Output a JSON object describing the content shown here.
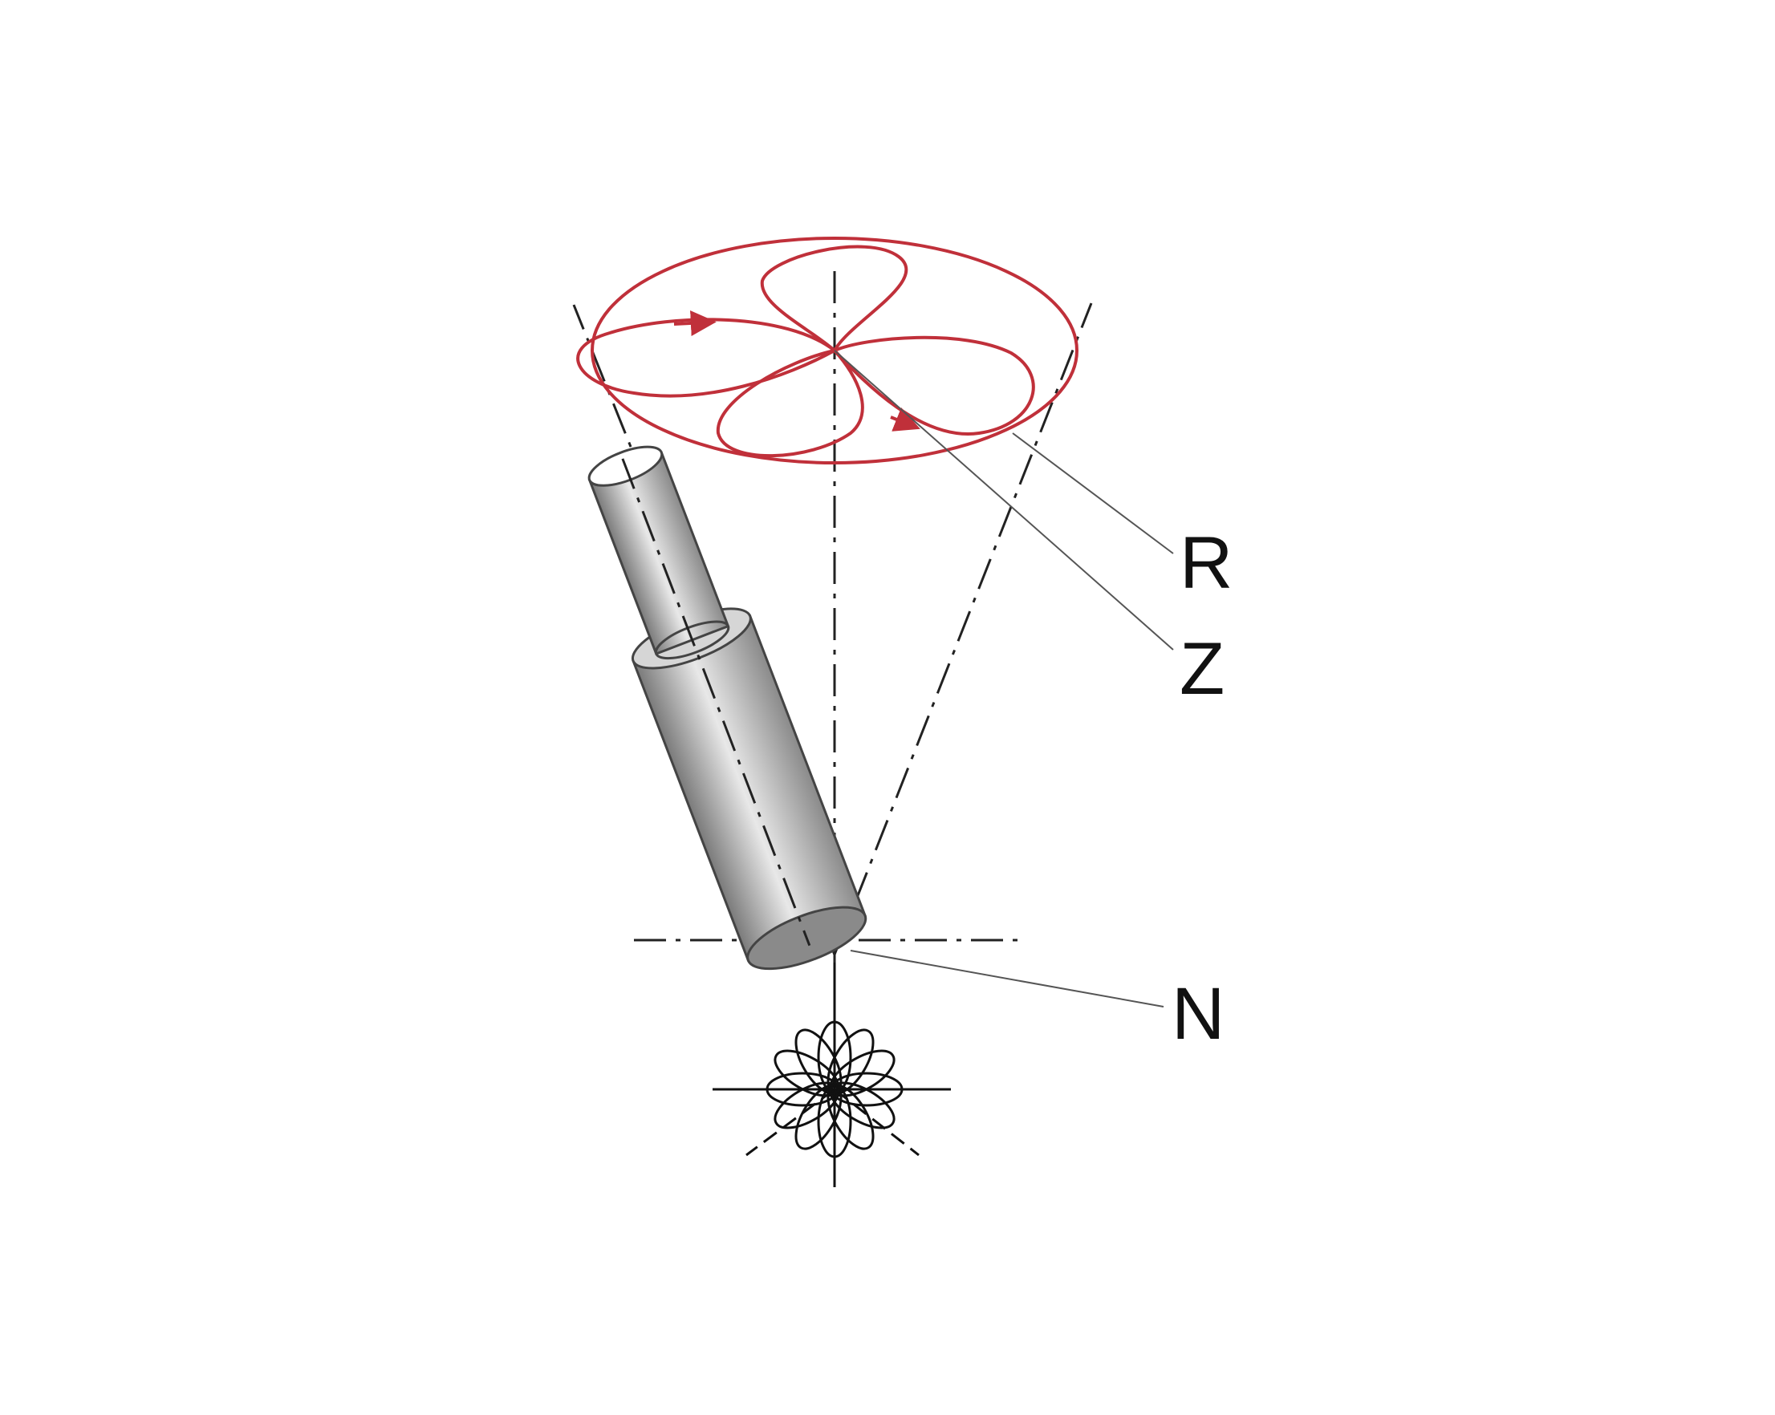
{
  "labels": {
    "r": "R",
    "z": "Z",
    "n": "N"
  },
  "colors": {
    "path": "#c0303a",
    "ink": "#111111",
    "leader": "#444444",
    "nozzle_dark": "#7d7d7d",
    "nozzle_light": "#e6e6e6"
  }
}
